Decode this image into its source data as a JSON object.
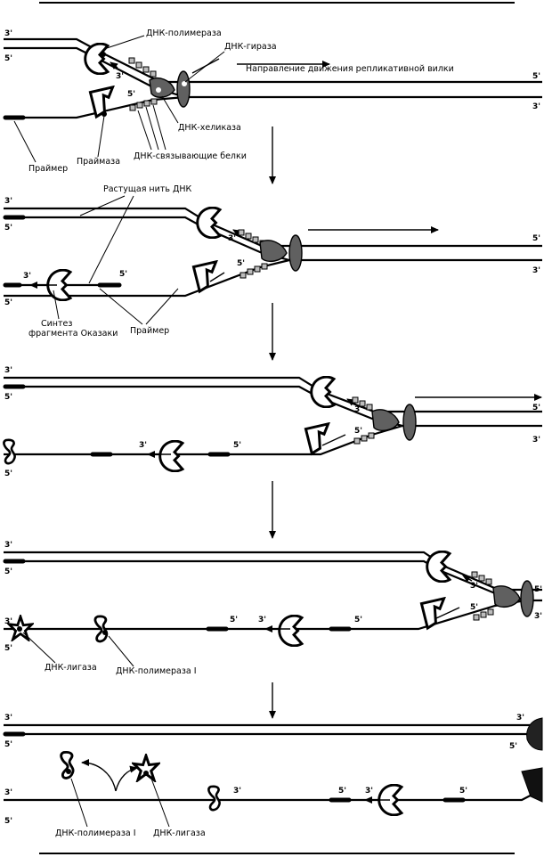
{
  "labels": {
    "dna_polymerase": "ДНК-полимераза",
    "dna_gyrase": "ДНК-гираза",
    "fork_direction": "Направление движения репликативной вилки",
    "dna_helicase": "ДНК-хеликаза",
    "ssb_proteins": "ДНК-связывающие белки",
    "primase": "Праймаза",
    "primer": "Праймер",
    "growing_strand": "Растущая нить ДНК",
    "okazaki_line1": "Синтез",
    "okazaki_line2": "фрагмента Оказаки",
    "primer_plural": "Праймер",
    "dna_ligase": "ДНК-лигаза",
    "dna_polymerase_1": "ДНК-полимераза I",
    "dna_polymerase_1_b": "ДНК-полимераза I",
    "dna_ligase_b": "ДНК-лигаза"
  },
  "ends": {
    "three": "3'",
    "five": "5'"
  }
}
